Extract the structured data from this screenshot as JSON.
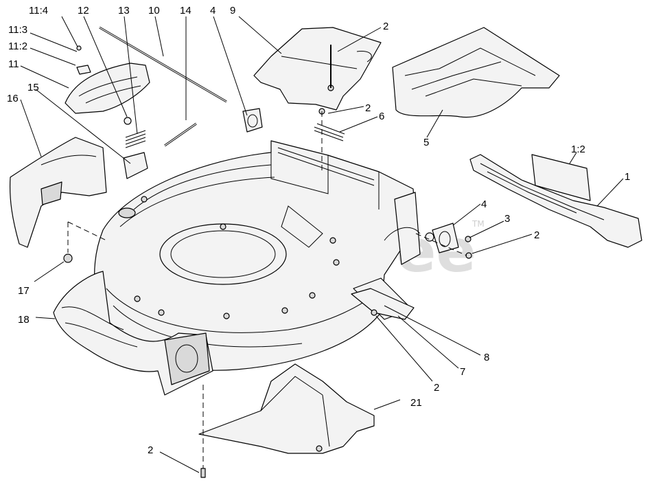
{
  "watermark": {
    "text": "PartsTree",
    "trademark": "TM"
  },
  "callouts": {
    "c11_4": "11:4",
    "c12": "12",
    "c13": "13",
    "c10": "10",
    "c14": "14",
    "c4_top": "4",
    "c9": "9",
    "c2_top": "2",
    "c11_3": "11:3",
    "c11_2": "11:2",
    "c11": "11",
    "c15": "15",
    "c16": "16",
    "c2_mid": "2",
    "c6": "6",
    "c5": "5",
    "c1_2": "1:2",
    "c1": "1",
    "c4_right": "4",
    "c3": "3",
    "c2_right": "2",
    "c17": "17",
    "c18": "18",
    "c8": "8",
    "c7": "7",
    "c2_lower": "2",
    "c21": "21",
    "c2_bottom": "2"
  }
}
